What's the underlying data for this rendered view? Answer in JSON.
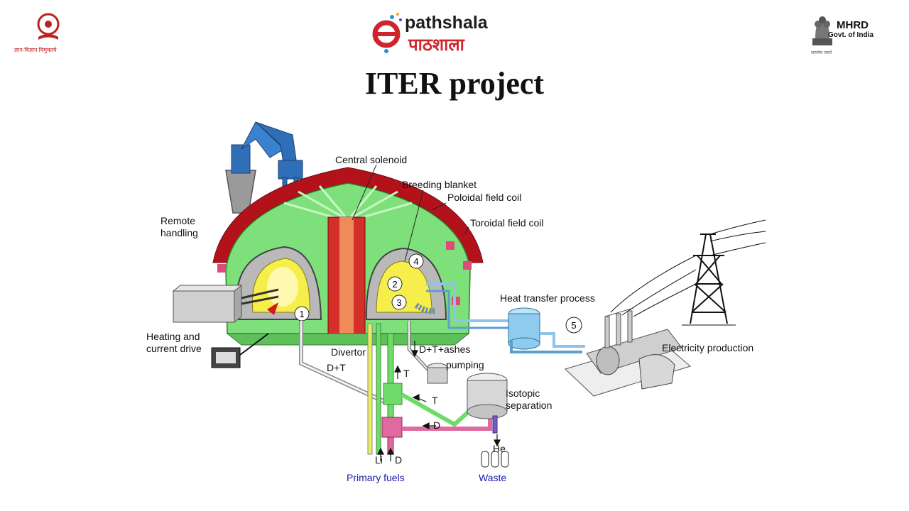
{
  "header": {
    "logo_brand_latin": "pathshala",
    "logo_brand_hindi": "पाठशाला",
    "logo_left_tagline": "ज्ञान-विज्ञान विमुक्तये",
    "mhrd_title": "MHRD",
    "mhrd_subtitle": "Govt. of India",
    "emblem_motto": "सत्यमेव जयते"
  },
  "slide": {
    "title": "ITER project"
  },
  "diagram": {
    "labels": {
      "central_solenoid": "Central solenoid",
      "breeding_blanket": "Breeding blanket",
      "poloidal_field_coil": "Poloidal field coil",
      "toroidal_field_coil": "Toroidal field coil",
      "remote_handling_1": "Remote",
      "remote_handling_2": "handling",
      "heating_1": "Heating and",
      "heating_2": "current drive",
      "heat_transfer": "Heat transfer process",
      "electricity": "Electricity production",
      "divertor": "Divertor",
      "dt_ashes": "D+T+ashes",
      "dt": "D+T",
      "pumping": "pumping",
      "isotopic_1": "Isotopic",
      "isotopic_2": "separation",
      "t_1": "T",
      "t_2": "T",
      "d_1": "D",
      "d_2": "D",
      "li": "Li",
      "he": "He",
      "primary_fuels": "Primary fuels",
      "waste": "Waste"
    },
    "markers": [
      "1",
      "2",
      "3",
      "4",
      "5"
    ],
    "colors": {
      "coil_red": "#b3121b",
      "blanket_green": "#7ee07a",
      "plasma_yellow": "#f6ee4a",
      "crane_blue": "#2f6fb8",
      "pipe_green": "#6fdc6a",
      "pipe_pink": "#e06aa0",
      "fuel_blue": "#1a1aa8"
    }
  }
}
